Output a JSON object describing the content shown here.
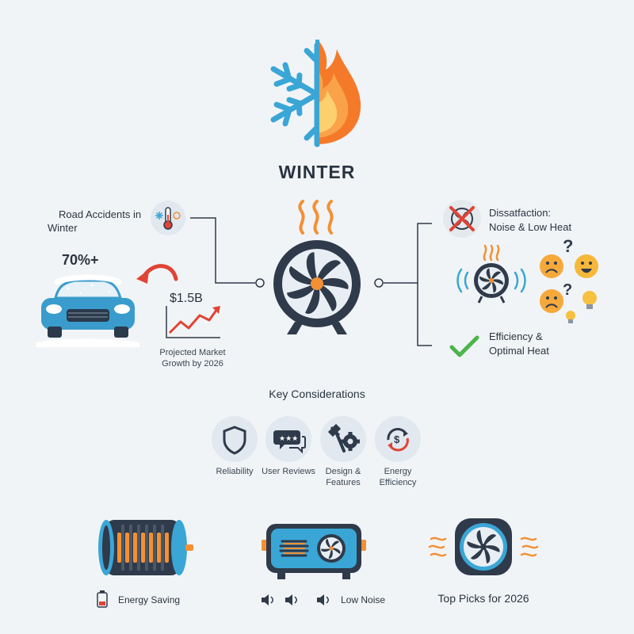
{
  "header": {
    "title": "WINTER"
  },
  "left_panel": {
    "road_accidents_label_line1": "Road Accidents in",
    "road_accidents_label_line2": "Winter",
    "accident_percent": "70%+",
    "market_value": "$1.5B",
    "market_caption_line1": "Projected Market",
    "market_caption_line2": "Growth by 2026"
  },
  "right_panel": {
    "dissatisfaction_line1": "Dissatfaction:",
    "dissatisfaction_line2": "Noise & Low Heat",
    "efficiency_line1": "Efficiency &",
    "efficiency_line2": "Optimal Heat"
  },
  "considerations": {
    "title": "Key Considerations",
    "items": [
      {
        "label_line1": "Reliability",
        "label_line2": "",
        "icon": "shield-icon"
      },
      {
        "label_line1": "User Reviews",
        "label_line2": "",
        "icon": "speech-bubbles-icon"
      },
      {
        "label_line1": "Design &",
        "label_line2": "Features",
        "icon": "tools-gear-icon"
      },
      {
        "label_line1": "Energy",
        "label_line2": "Efficiency",
        "icon": "dollar-cycle-icon"
      }
    ]
  },
  "products": [
    {
      "label": "Energy Saving",
      "icon": "battery-icon"
    },
    {
      "label": "Low Noise",
      "icon": "speaker-icon"
    },
    {
      "label": "Top Picks for 2026",
      "icon": ""
    }
  ],
  "colors": {
    "background": "#f1f4f7",
    "ice_blue": "#3aa6d6",
    "flame_orange": "#f47a2a",
    "dark_navy": "#2f3a4a",
    "accent_red": "#e04434",
    "success_green": "#4bb54a"
  }
}
